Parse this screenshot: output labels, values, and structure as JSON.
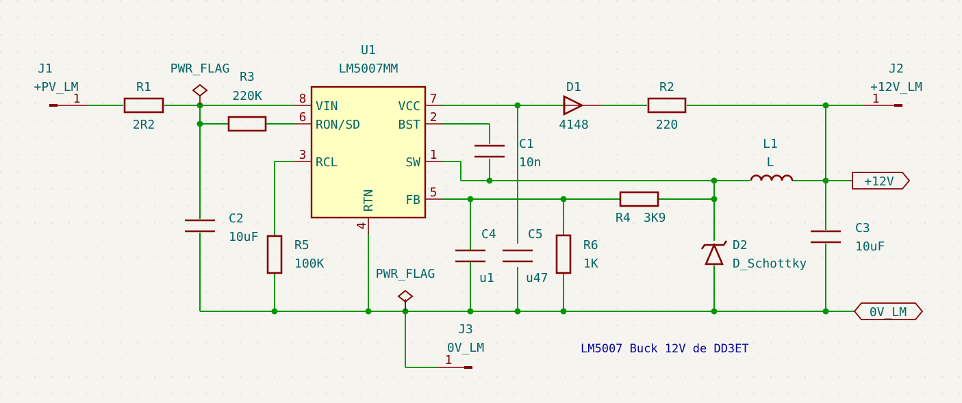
{
  "schematic": {
    "note": "LM5007 Buck 12V de DD3ET",
    "u1": {
      "ref": "U1",
      "value": "LM5007MM",
      "pins": [
        {
          "num": "8",
          "name": "VIN"
        },
        {
          "num": "6",
          "name": "RON/SD"
        },
        {
          "num": "3",
          "name": "RCL"
        },
        {
          "num": "7",
          "name": "VCC"
        },
        {
          "num": "2",
          "name": "BST"
        },
        {
          "num": "1",
          "name": "SW"
        },
        {
          "num": "5",
          "name": "FB"
        },
        {
          "num": "4",
          "name": "RTN"
        }
      ]
    },
    "components": [
      {
        "ref": "R1",
        "value": "2R2"
      },
      {
        "ref": "R2",
        "value": "220"
      },
      {
        "ref": "R3",
        "value": "220K"
      },
      {
        "ref": "R4",
        "value": "3K9"
      },
      {
        "ref": "R5",
        "value": "100K"
      },
      {
        "ref": "R6",
        "value": "1K"
      },
      {
        "ref": "C1",
        "value": "10n"
      },
      {
        "ref": "C2",
        "value": "10uF"
      },
      {
        "ref": "C3",
        "value": "10uF"
      },
      {
        "ref": "C4",
        "value": "u1"
      },
      {
        "ref": "C5",
        "value": "u47"
      },
      {
        "ref": "D1",
        "value": "4148"
      },
      {
        "ref": "D2",
        "value": "D_Schottky"
      },
      {
        "ref": "L1",
        "value": "L"
      }
    ],
    "connectors": [
      {
        "ref": "J1",
        "value": "+PV_LM",
        "pin": "1"
      },
      {
        "ref": "J2",
        "value": "+12V_LM",
        "pin": "1"
      },
      {
        "ref": "J3",
        "value": "0V_LM",
        "pin": "1"
      }
    ],
    "flags": [
      "PWR_FLAG",
      "PWR_FLAG"
    ],
    "net_labels": [
      "+12V",
      "0V_LM"
    ],
    "colors": {
      "background": "#f5f4ef",
      "wire": "#009600",
      "symbol": "#840000",
      "ic_fill": "#ffffc2",
      "label": "#006464",
      "note": "#00009a"
    }
  }
}
